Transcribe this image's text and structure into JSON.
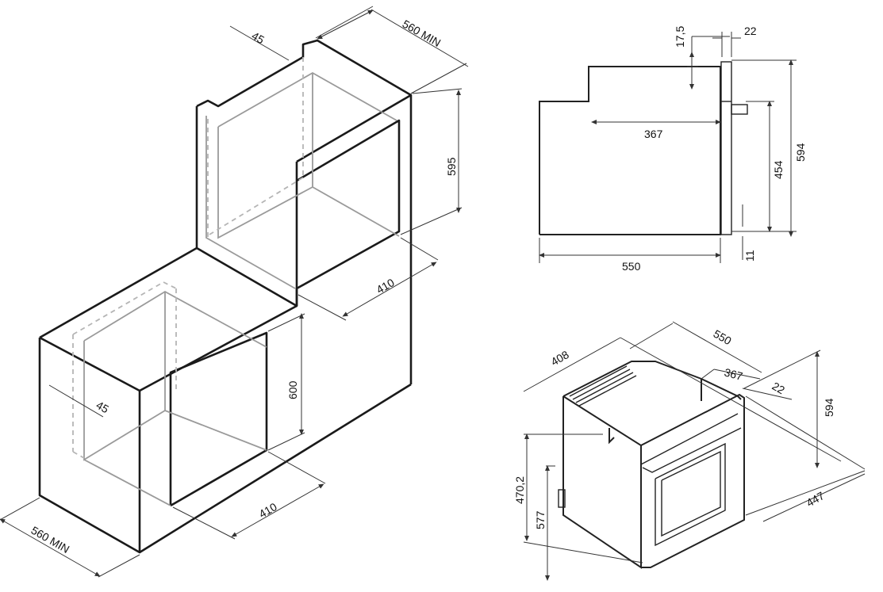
{
  "dimensions": {
    "top_cut_depth": "45",
    "top_depth_min": "560 MIN",
    "top_height": "595",
    "top_width": "410",
    "bottom_cut_depth": "45",
    "bottom_height": "600",
    "bottom_width": "410",
    "bottom_depth_min": "560 MIN",
    "side_panel": "17,5",
    "side_front": "22",
    "side_inner_depth": "367",
    "side_door_height": "454",
    "side_total_height": "594",
    "side_bottom_gap": "11",
    "side_total_depth": "550",
    "iso_width": "408",
    "iso_depth": "550",
    "iso_inner_depth": "367",
    "iso_front": "22",
    "iso_height": "594",
    "iso_height_left": "470,2",
    "iso_body_height": "577",
    "iso_diag": "447"
  }
}
